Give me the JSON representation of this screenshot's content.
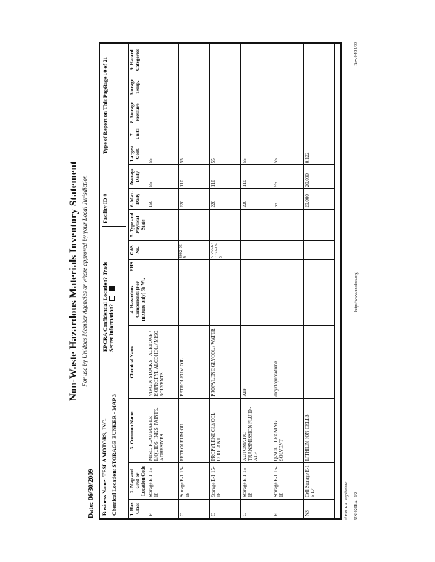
{
  "header": {
    "date": "Date: 06/30/2009",
    "title": "Non-Waste Hazardous Materials Inventory Statement",
    "subtitle": "For use by Unidocs Member Agencies or where approved by your Local Jurisdiction",
    "business_name": "Business Name: TESLA MOTORS, INC.",
    "chemical_location": "Chemical Location: STORAGE BUNKER - MAP 3",
    "confidential_q": "EPCRA Confidential Location? Trade Secret Information?",
    "facility_id": "Facility ID #",
    "type_of_report": "Type of Report on This Page:",
    "page_label": "Page 10 of 21"
  },
  "columns": [
    "1. Haz. Class",
    "2. Map and Grid or Location Code",
    "3. Common Name",
    "Chemical Name",
    "4. Hazardous Components (For mixture only) % Wt.",
    "EHS",
    "CAS No.",
    "5. Type and Physical State",
    "6. Max. Daily",
    "Average Daily",
    "Largest Cont.",
    "7. Units",
    "8. Storage Pressure",
    "Storage Temp.",
    "9. Hazard Categories"
  ],
  "rows": [
    {
      "haz": "F",
      "loc": "Storage E-1 15-18",
      "common": "MISC. FLAMMABLE LIQUIDS, INKS, PAINTS, ADHESIVES",
      "chem": "VIRGIN STOCKS - ACETONE / ISOPROPYL ALCOHOL / MISC. SOLVENTS",
      "cas": "",
      "max": "160",
      "avg": "55",
      "large": "55"
    },
    {
      "haz": "C",
      "loc": "Storage E-1 15-18",
      "common": "PETROLEUM OIL",
      "chem": "PETROLEUM OIL",
      "cas": "8002-05-9",
      "max": "220",
      "avg": "110",
      "large": "55"
    },
    {
      "haz": "C",
      "loc": "Storage E-1 15-18",
      "common": "PROPYLENE GLYCOL COOLANT",
      "chem": "PROPYLENE GLYCOL / WATER",
      "cas": "57-55-6 / 7732-18-5",
      "max": "220",
      "avg": "110",
      "large": "55"
    },
    {
      "haz": "C",
      "loc": "Storage E-1 15-18",
      "common": "AUTOMATIC TRANSMISSION FLUID - ATF",
      "chem": "ATF",
      "cas": "",
      "max": "220",
      "avg": "110",
      "large": "55"
    },
    {
      "haz": "F",
      "loc": "Storage E-1 15-18",
      "common": "Q-SOL CLEANING SOLVENT",
      "chem": "dicyclopentadiene",
      "cas": "",
      "max": "55",
      "avg": "55",
      "large": "55"
    },
    {
      "haz": "NS",
      "loc": "Cell Storage E-1 6-17",
      "common": "LITHIUM ION CELLS",
      "chem": "",
      "cas": "",
      "max": "20,000",
      "avg": "20,000",
      "large": "0.122"
    }
  ],
  "footer": {
    "left": "UN-020EA - 1/2",
    "center": "http://www.unidocs.org",
    "right": "Rev. 04/24/00",
    "epcra": "If EPCRA, sign below:"
  }
}
